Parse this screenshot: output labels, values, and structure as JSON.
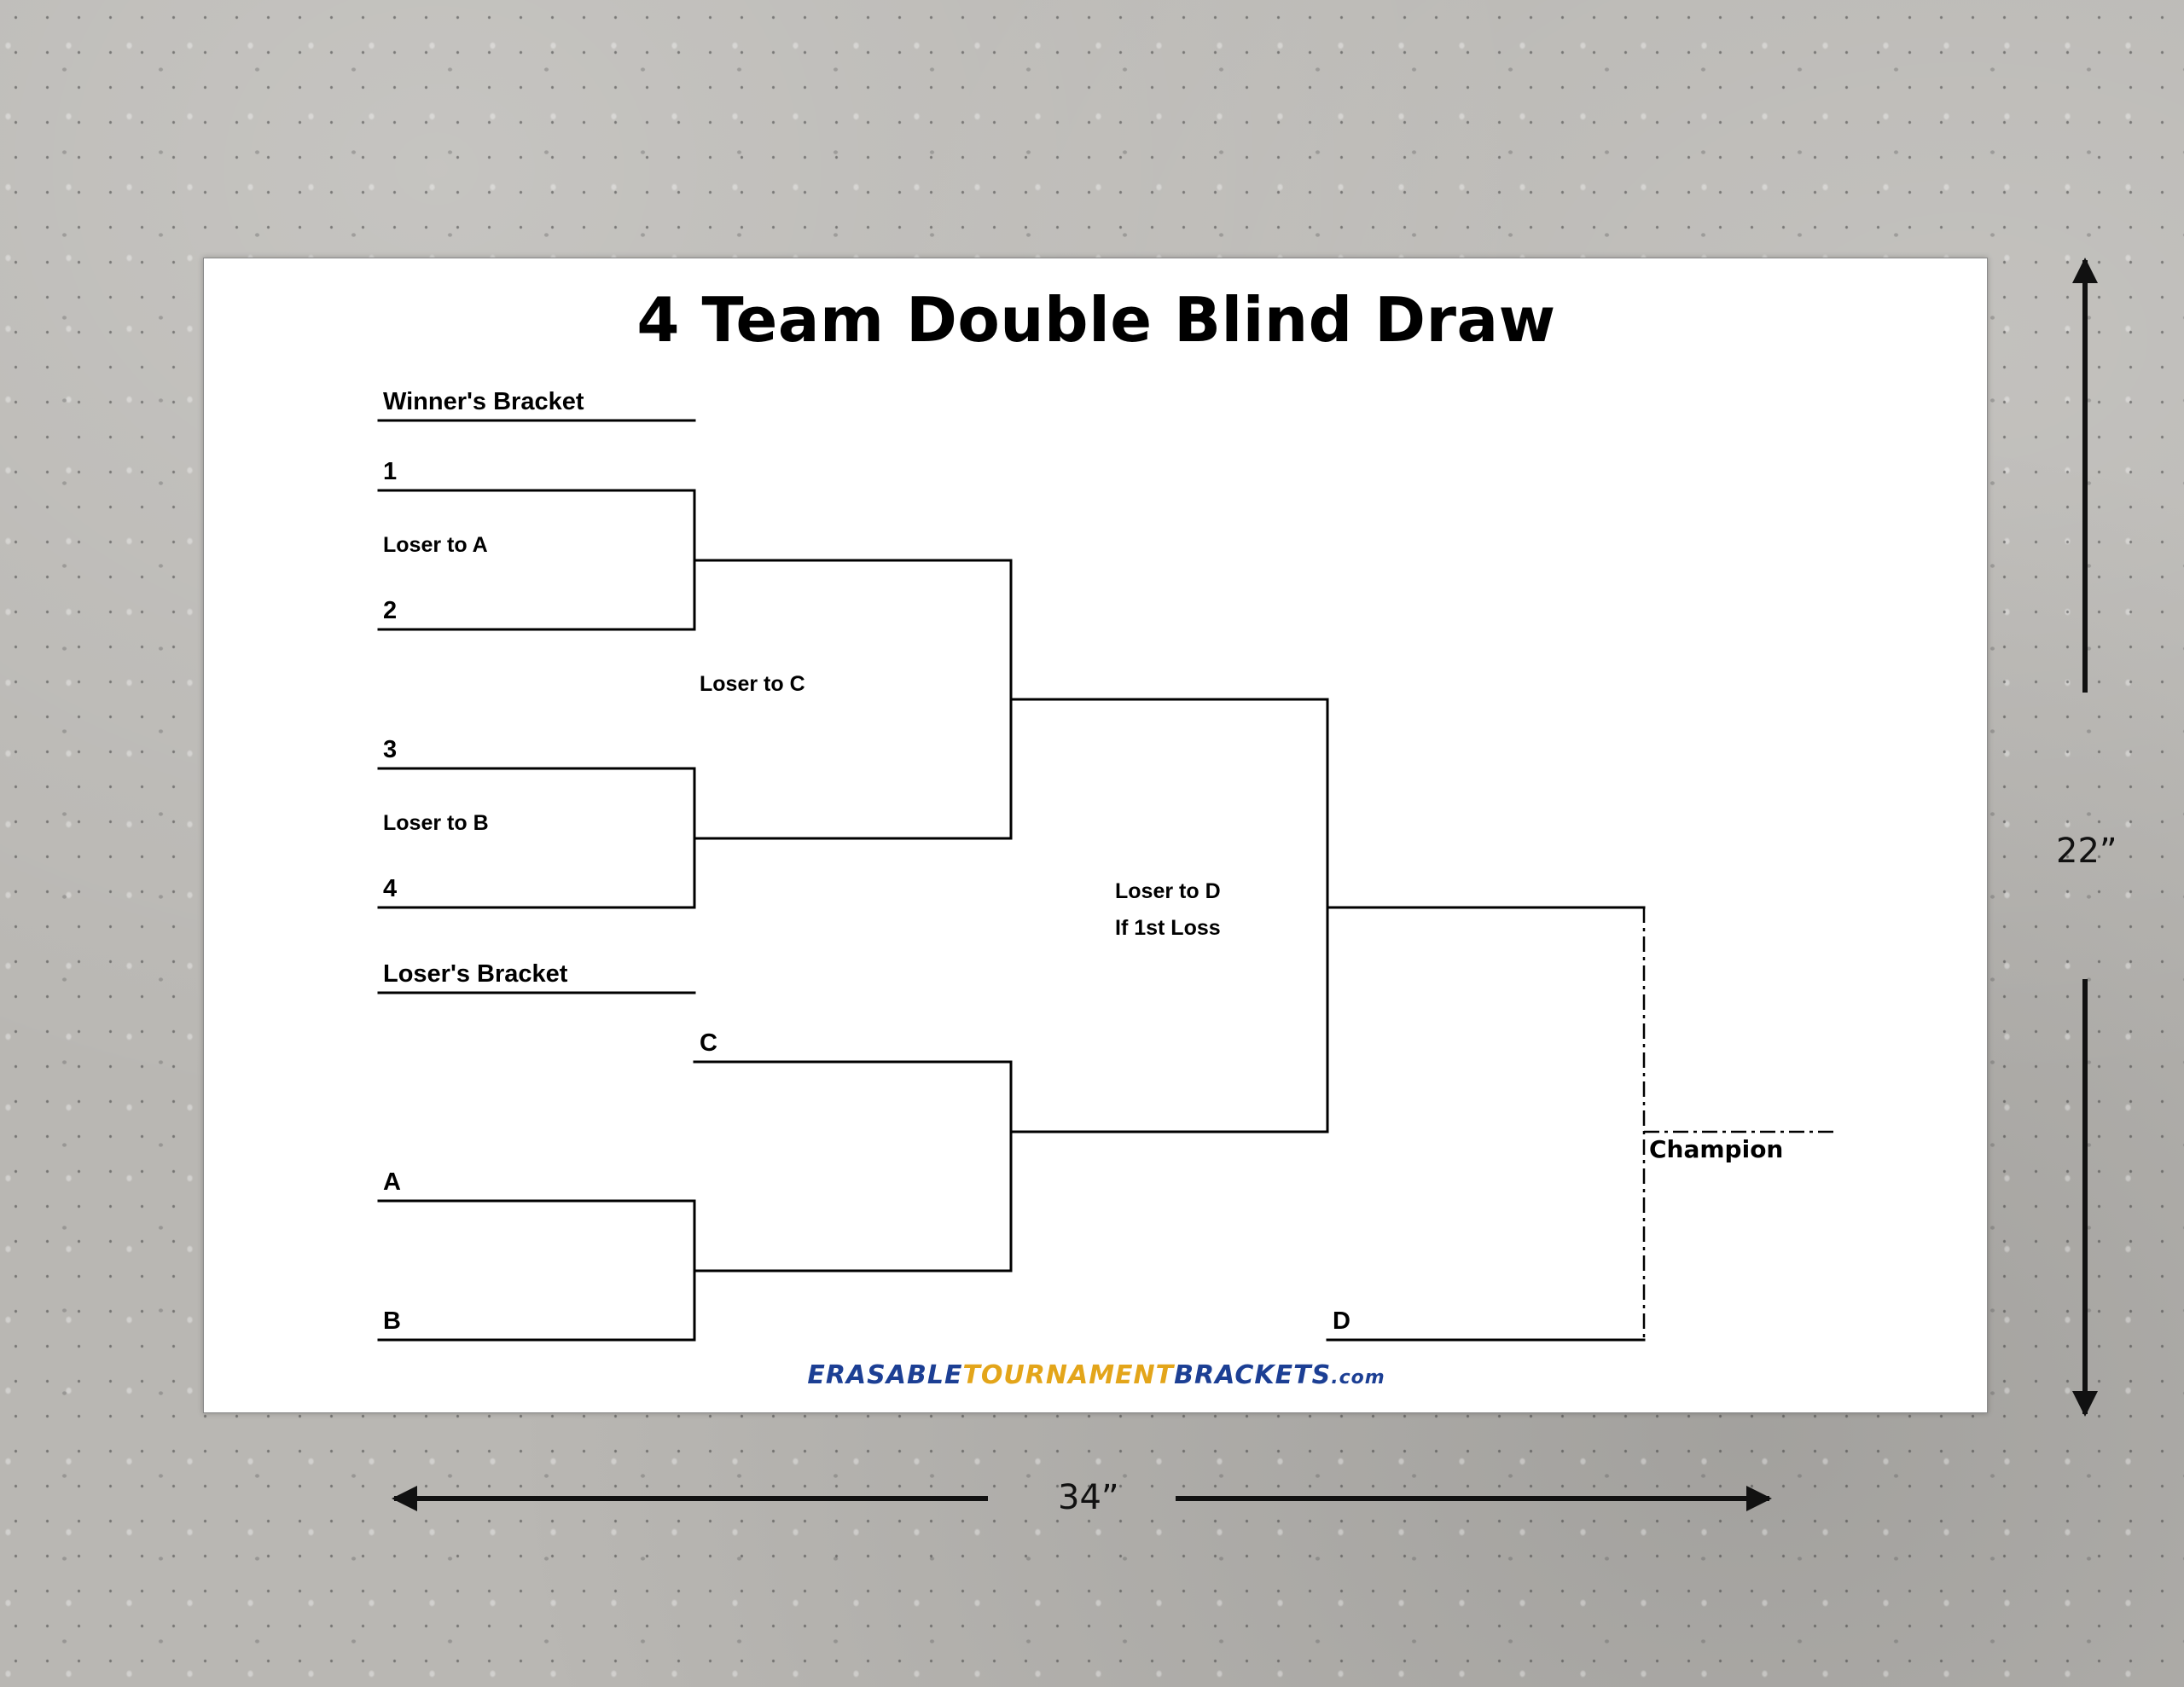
{
  "title": "4 Team Double Blind Draw",
  "labels": {
    "winners_bracket": "Winner's Bracket",
    "seed1": "1",
    "loser_to_a": "Loser to A",
    "seed2": "2",
    "loser_to_c": "Loser to C",
    "seed3": "3",
    "loser_to_b": "Loser to B",
    "seed4": "4",
    "loser_to_d": "Loser to D",
    "if_first_loss": "If 1st Loss",
    "losers_bracket": "Loser's Bracket",
    "c": "C",
    "a": "A",
    "b": "B",
    "d": "D",
    "champion": "Champion"
  },
  "logo": {
    "part1": "ERASABLE",
    "part2": "TOURNAMENT",
    "part3": "BRACKETS",
    "part4": ".com"
  },
  "dimensions": {
    "height": "22”",
    "width": "34”"
  },
  "colors": {
    "line": "#000000",
    "logo_blue": "#1c3f94",
    "logo_gold": "#e3a51a"
  }
}
